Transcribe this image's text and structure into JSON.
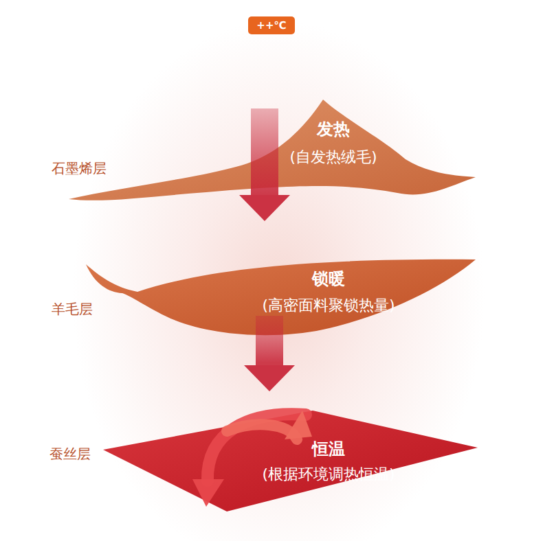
{
  "diagram": {
    "nodes": [
      {
        "text": [
          "++℃"
        ]
      },
      {
        "text": [
          "石墨烯层",
          "发热",
          "(自发热绒毛)"
        ]
      },
      {
        "text": [
          "羊毛层",
          "锁暖",
          "(高密面料聚锁热量)"
        ]
      },
      {
        "text": [
          "蚕丝层",
          "恒温",
          "(根据环境调热恒温)"
        ]
      }
    ],
    "edges": [
      {
        "from": 1,
        "to": 2,
        "arrow": "to"
      },
      {
        "from": 2,
        "to": 3,
        "arrow": "to"
      }
    ]
  }
}
